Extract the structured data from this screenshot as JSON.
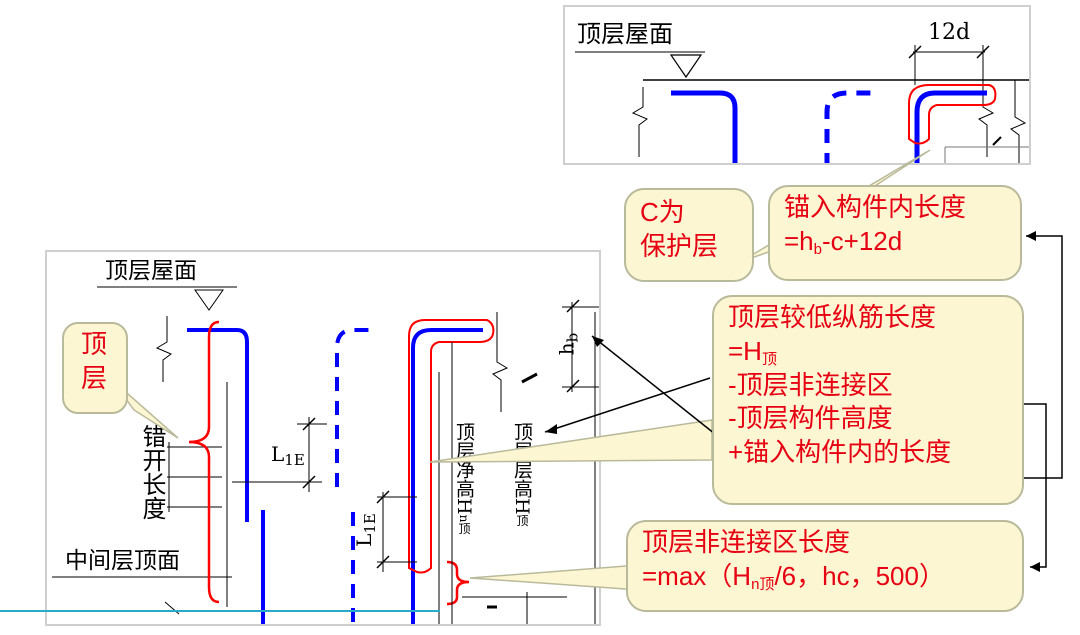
{
  "top_panel": {
    "roof_label": "顶层屋面",
    "dim_label": "12d"
  },
  "left_panel": {
    "roof_label": "顶层屋面",
    "mid_floor_label": "中间层顶面",
    "stagger_label": "错开长度",
    "lle_label_1": "L",
    "lle_sub_1": "1E",
    "lle_label_2": "L",
    "lle_sub_2": "1E",
    "hb_label": "h",
    "hb_sub": "b",
    "clear_height_label": "顶层净高H",
    "clear_height_sub": "n顶",
    "floor_height_label": "顶层层高H",
    "floor_height_sub": "顶"
  },
  "callouts": {
    "c_cover": {
      "line1": "C为",
      "line2": "保护层"
    },
    "anchor": {
      "line1": "锚入构件内长度",
      "eq": "=h",
      "sub": "b",
      "rest": "-c+12d"
    },
    "top_floor": {
      "line1": "顶",
      "line2": "层"
    },
    "low_bar": {
      "line1": "顶层较低纵筋长度",
      "eq": "=H",
      "eq_sub": "顶",
      "line3": "-顶层非连接区",
      "line4": "-顶层构件高度",
      "line5": "+锚入构件内的长度"
    },
    "non_conn": {
      "line1": "顶层非连接区长度",
      "eq_pre": "=max（H",
      "eq_sub": "n顶",
      "eq_post": "/6，hc，500）"
    }
  },
  "colors": {
    "rebar": "#0000ff",
    "highlight": "#ff0000",
    "callout_fill": "#fdf6d3",
    "callout_border": "#b9ba9b",
    "callout_text": "#e60012",
    "accent_line": "#2aa9c9"
  },
  "icons": [
    "break-symbol",
    "roof-marker-triangle",
    "arrow"
  ]
}
